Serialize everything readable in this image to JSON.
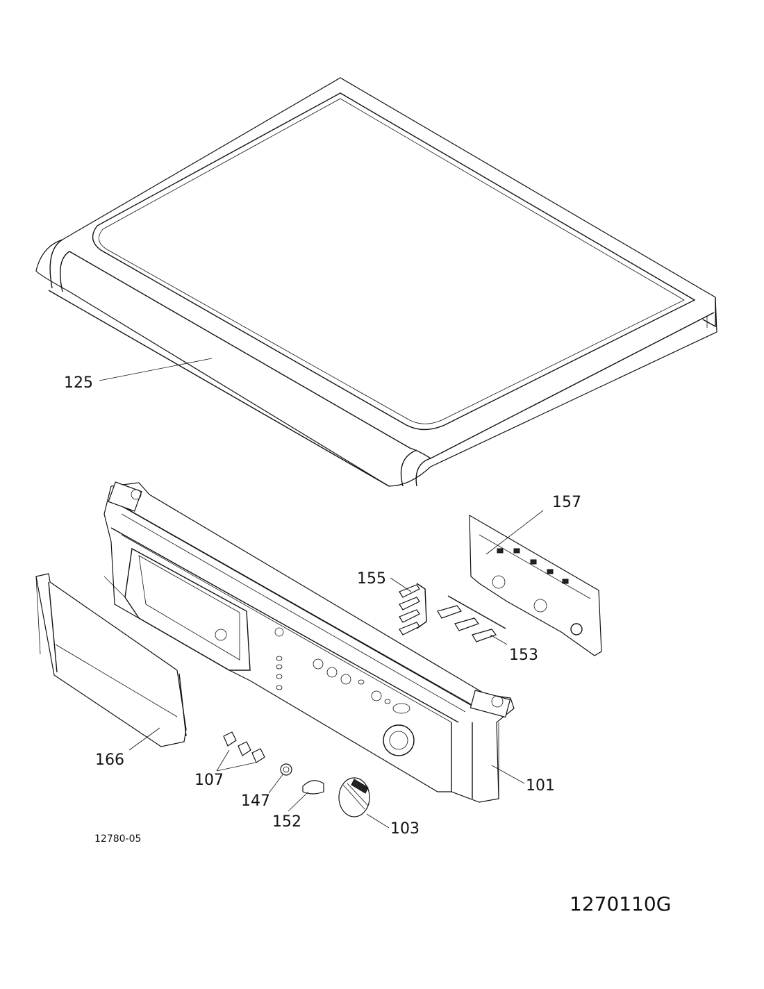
{
  "labels": {
    "p125": "125",
    "p157": "157",
    "p155": "155",
    "p153": "153",
    "p166": "166",
    "p107": "107",
    "p147": "147",
    "p152": "152",
    "p103": "103",
    "p101": "101"
  },
  "drawing_number": "12780-05",
  "sheet_code": "1270110G"
}
